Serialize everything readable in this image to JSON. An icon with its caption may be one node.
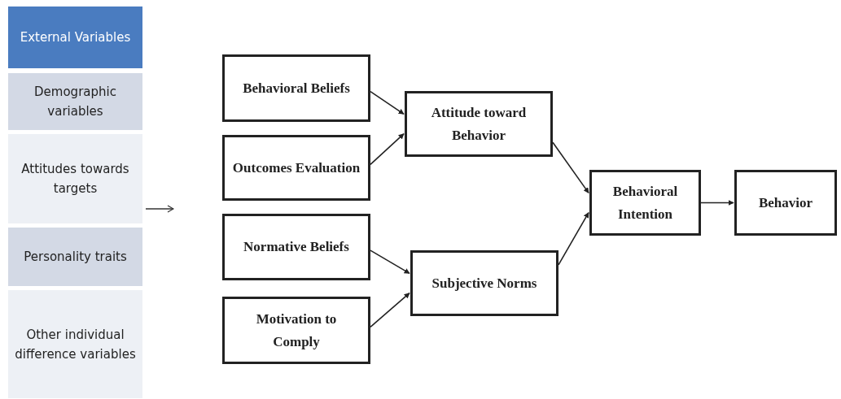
{
  "diagram": {
    "nodes": [
      {
        "text": [],
        "shape": "box"
      },
      {
        "text": [
          "External Variables"
        ],
        "in": 0
      },
      {
        "text": [
          "Demographic variables"
        ],
        "in": 0
      },
      {
        "text": [
          "Attitudes towards targets"
        ],
        "in": 0
      },
      {
        "text": [
          "Personality traits"
        ],
        "in": 0
      },
      {
        "text": [
          "Other individual difference variables"
        ],
        "in": 0
      },
      {
        "text": [
          "Behavioral Beliefs"
        ]
      },
      {
        "text": [
          "Outcomes Evaluation"
        ]
      },
      {
        "text": [
          "Normative Beliefs"
        ]
      },
      {
        "text": [
          "Motivation to Comply"
        ]
      },
      {
        "text": [
          "Attitude toward Behavior"
        ]
      },
      {
        "text": [
          "Subjective Norms"
        ]
      },
      {
        "text": [
          "Behavioral Intention"
        ]
      },
      {
        "text": [
          "Behavior"
        ]
      }
    ],
    "edges": [
      {
        "from": 0,
        "to": null,
        "arrow": "to"
      },
      {
        "from": 6,
        "to": 10,
        "arrow": "to"
      },
      {
        "from": 7,
        "to": 10,
        "arrow": "to"
      },
      {
        "from": 8,
        "to": 11,
        "arrow": "to"
      },
      {
        "from": 9,
        "to": 11,
        "arrow": "to"
      },
      {
        "from": 10,
        "to": 12,
        "arrow": "to"
      },
      {
        "from": 11,
        "to": 12,
        "arrow": "to"
      },
      {
        "from": 12,
        "to": 13,
        "arrow": "to"
      }
    ]
  }
}
